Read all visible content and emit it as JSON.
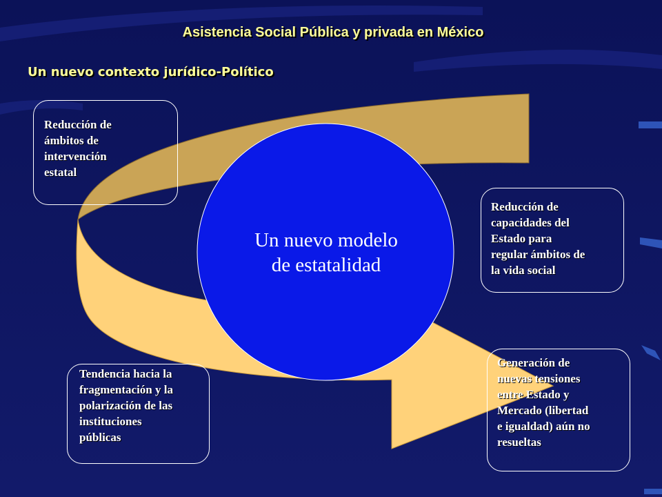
{
  "header": {
    "title": "Asistencia Social Pública y privada en México",
    "subtitle": "Un nuevo contexto jurídico-Político"
  },
  "diagram": {
    "center_label_line1": "Un nuevo modelo",
    "center_label_line2": "de estatalidad",
    "boxes": [
      {
        "lines": [
          "Reducción de",
          "ámbitos de",
          "intervención",
          "estatal"
        ]
      },
      {
        "lines": [
          "Reducción de",
          "capacidades del",
          "Estado para",
          "regular ámbitos de",
          "la vida social"
        ]
      },
      {
        "lines": [
          "Tendencia hacia la",
          "fragmentación y la",
          "polarización de las",
          "instituciones",
          "públicas"
        ]
      },
      {
        "lines": [
          "Generación de",
          "nuevas tensiones",
          "entre Estado y",
          "Mercado (libertad",
          "e igualdad) aún no",
          "resueltas"
        ]
      }
    ]
  },
  "colors": {
    "background": "#0e1560",
    "title_text": "#ffff99",
    "arrow_back": "#caa456",
    "arrow_front": "#ffd27a",
    "circle_fill": "#0a19e8",
    "box_border": "#ffffff"
  }
}
